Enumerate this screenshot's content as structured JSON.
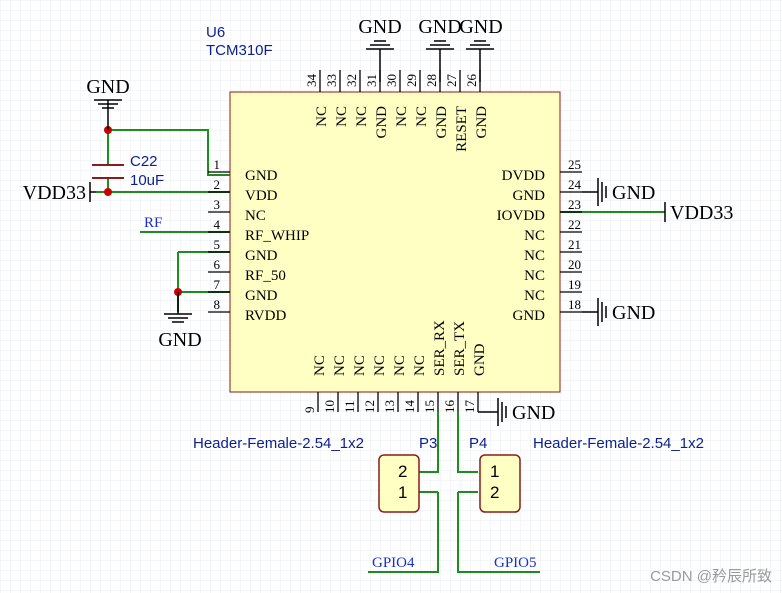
{
  "chip": {
    "designator": "U6",
    "part": "TCM310F",
    "left_pins": [
      {
        "num": "1",
        "name": "GND"
      },
      {
        "num": "2",
        "name": "VDD"
      },
      {
        "num": "3",
        "name": "NC"
      },
      {
        "num": "4",
        "name": "RF_WHIP"
      },
      {
        "num": "5",
        "name": "GND"
      },
      {
        "num": "6",
        "name": "RF_50"
      },
      {
        "num": "7",
        "name": "GND"
      },
      {
        "num": "8",
        "name": "RVDD"
      }
    ],
    "right_pins": [
      {
        "num": "25",
        "name": "DVDD"
      },
      {
        "num": "24",
        "name": "GND"
      },
      {
        "num": "23",
        "name": "IOVDD"
      },
      {
        "num": "22",
        "name": "NC"
      },
      {
        "num": "21",
        "name": "NC"
      },
      {
        "num": "20",
        "name": "NC"
      },
      {
        "num": "19",
        "name": "NC"
      },
      {
        "num": "18",
        "name": "GND"
      }
    ],
    "top_pins": [
      {
        "num": "34",
        "name": "NC"
      },
      {
        "num": "33",
        "name": "NC"
      },
      {
        "num": "32",
        "name": "NC"
      },
      {
        "num": "31",
        "name": "GND"
      },
      {
        "num": "30",
        "name": "NC"
      },
      {
        "num": "29",
        "name": "NC"
      },
      {
        "num": "28",
        "name": "GND"
      },
      {
        "num": "27",
        "name": "RESET"
      },
      {
        "num": "26",
        "name": "GND"
      }
    ],
    "bottom_pins": [
      {
        "num": "9",
        "name": "NC"
      },
      {
        "num": "10",
        "name": "NC"
      },
      {
        "num": "11",
        "name": "NC"
      },
      {
        "num": "12",
        "name": "NC"
      },
      {
        "num": "13",
        "name": "NC"
      },
      {
        "num": "14",
        "name": "NC"
      },
      {
        "num": "15",
        "name": "SER_RX"
      },
      {
        "num": "16",
        "name": "SER_TX"
      },
      {
        "num": "17",
        "name": "GND"
      }
    ]
  },
  "capacitor": {
    "designator": "C22",
    "value": "10uF"
  },
  "power_labels": {
    "gnd": "GND",
    "vdd33": "VDD33"
  },
  "net_labels": {
    "rf": "RF",
    "gpio4": "GPIO4",
    "gpio5": "GPIO5"
  },
  "headers": {
    "p3": {
      "designator": "P3",
      "footprint": "Header-Female-2.54_1x2",
      "pin_top": "2",
      "pin_bottom": "1"
    },
    "p4": {
      "designator": "P4",
      "footprint": "Header-Female-2.54_1x2",
      "pin_top": "1",
      "pin_bottom": "2"
    }
  },
  "watermark": "CSDN @矜辰所致",
  "colors": {
    "wire": "#1e8c1e",
    "component_fill": "#ffffc4",
    "component_border": "#8b1a1a",
    "designator": "#0b1f8f",
    "net_label": "#1a2fd0",
    "junction": "#cc0000",
    "grid": "#e8eef3",
    "background": "#ffffff"
  }
}
